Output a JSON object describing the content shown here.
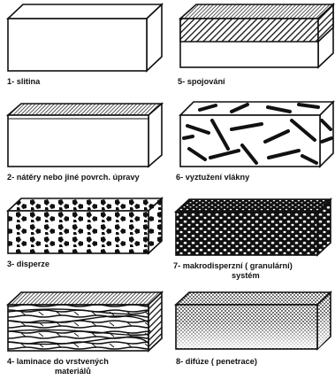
{
  "captions": {
    "c1": "1- slitina",
    "c2": "2- nátěry nebo jiné povrch. úpravy",
    "c3": "3- disperze",
    "c4a": "4- laminace do vrstvených",
    "c4b": "materiálů",
    "c5": "5- spojování",
    "c6": "6- vyztužení vlákny",
    "c7a": "7- makrodisperzní ( granulární)",
    "c7b": "systém",
    "c8": "8- difúze ( penetrace)"
  }
}
